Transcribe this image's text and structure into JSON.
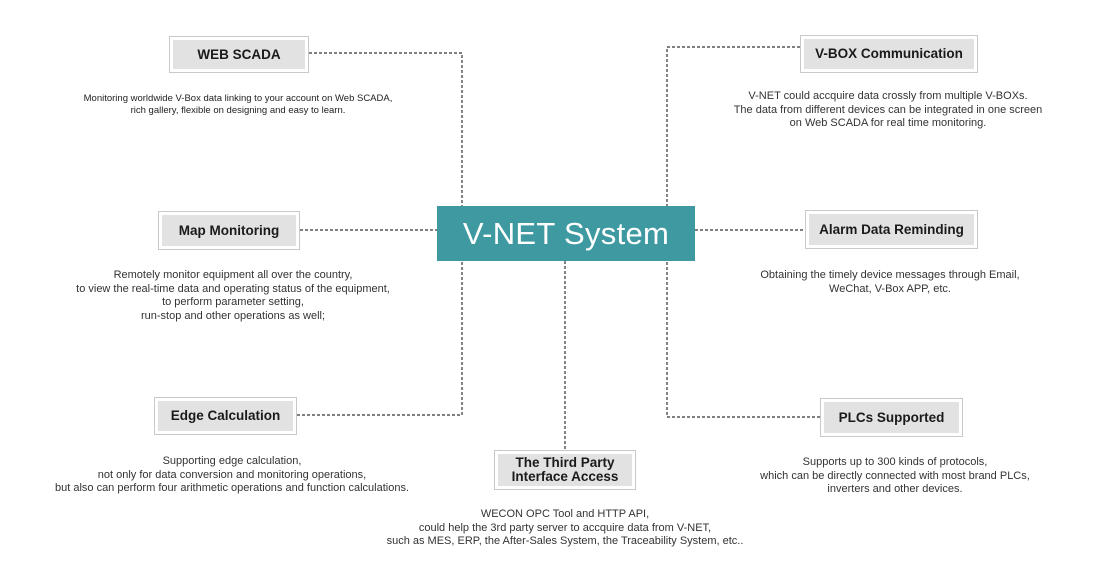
{
  "hub": {
    "title": "V-NET System"
  },
  "nodes": {
    "web_scada": {
      "title": "WEB SCADA",
      "lines": [
        "Monitoring worldwide V-Box data linking to your account on Web SCADA,",
        "rich gallery, flexible on designing and easy to learn."
      ]
    },
    "map_monitoring": {
      "title": "Map Monitoring",
      "lines": [
        "Remotely monitor equipment all over the country,",
        "to view the real-time data and operating status of the equipment,",
        "to perform parameter setting,",
        "run-stop and other operations as well;"
      ]
    },
    "edge_calculation": {
      "title": "Edge Calculation",
      "lines": [
        "Supporting edge calculation,",
        "not only for data conversion and monitoring operations,",
        "but also can perform four arithmetic operations and function calculations."
      ]
    },
    "vbox_communication": {
      "title": "V-BOX Communication",
      "lines": [
        "V-NET could accquire data crossly from multiple V-BOXs.",
        "The data from different devices can be integrated in one screen",
        "on Web SCADA for real time monitoring."
      ]
    },
    "alarm_reminding": {
      "title": "Alarm Data Reminding",
      "lines": [
        "Obtaining the timely device messages through Email,",
        "WeChat, V-Box APP, etc."
      ]
    },
    "plcs_supported": {
      "title": "PLCs Supported",
      "lines": [
        "Supports up to 300 kinds of protocols,",
        "which can be directly connected with most brand PLCs,",
        "inverters and other devices."
      ]
    },
    "third_party": {
      "title_line1": "The Third Party",
      "title_line2": "Interface Access",
      "lines": [
        "WECON OPC Tool and HTTP API,",
        "could help the 3rd party server to accquire data from V-NET,",
        "such as MES, ERP, the After-Sales System, the Traceability System, etc.."
      ]
    }
  },
  "colors": {
    "hub": "#3e99a1",
    "node_fill": "#e2e2e2",
    "node_border": "#c9c9c9",
    "connector": "#333333"
  }
}
